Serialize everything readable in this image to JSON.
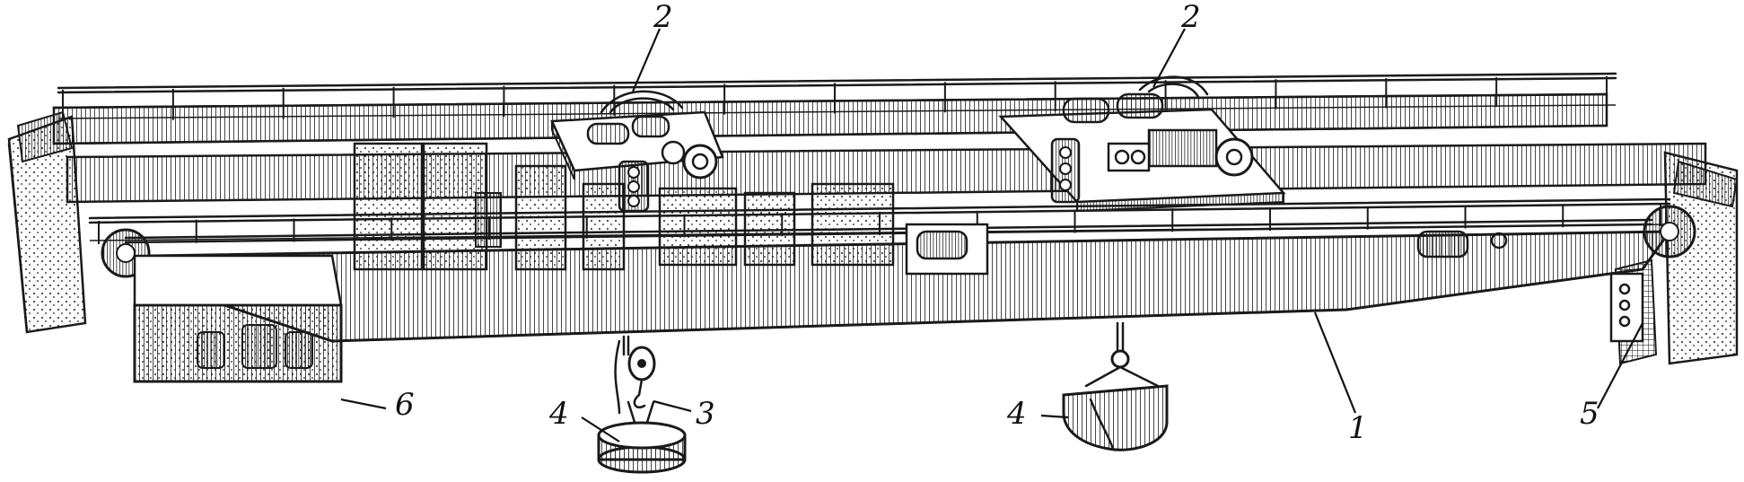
{
  "figure": {
    "callouts": [
      {
        "id": "girder",
        "label": "1"
      },
      {
        "id": "trolley-left",
        "label": "2"
      },
      {
        "id": "trolley-right",
        "label": "2"
      },
      {
        "id": "hook",
        "label": "3"
      },
      {
        "id": "magnet-load",
        "label": "4"
      },
      {
        "id": "grab-bucket",
        "label": "4"
      },
      {
        "id": "power-supply",
        "label": "5"
      },
      {
        "id": "operator-cab",
        "label": "6"
      }
    ]
  },
  "colors": {
    "ink": "#1a1a1a",
    "paper": "#ffffff"
  }
}
